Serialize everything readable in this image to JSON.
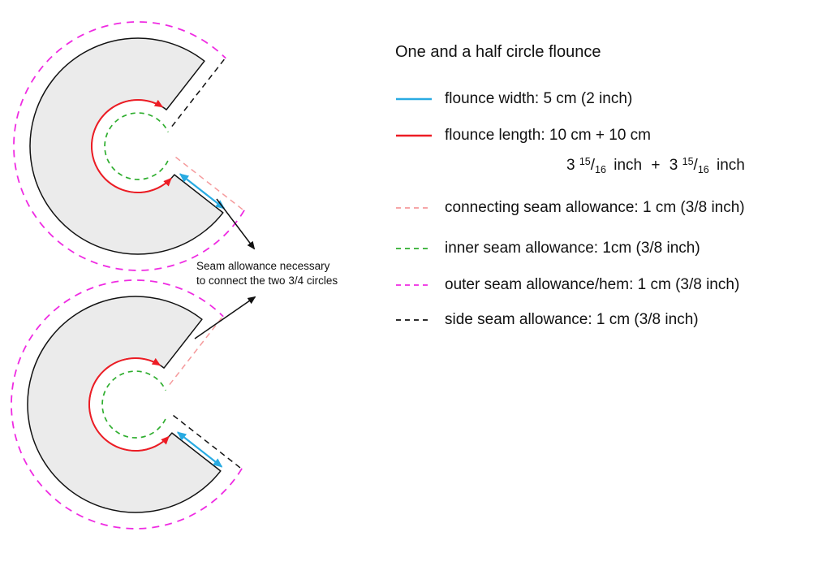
{
  "title": "One and a half circle flounce",
  "legend": {
    "items": [
      {
        "label": "flounce width: 5 cm (2 inch)",
        "swatch": "blue-solid-line",
        "color": "#29abe2"
      },
      {
        "label": "flounce length: 10 cm + 10 cm",
        "swatch": "red-solid-line",
        "color": "#ed1c24"
      },
      {
        "label": "connecting seam allowance: 1 cm (3/8 inch)",
        "swatch": "salmon-dashed-line",
        "color": "#f59a9c"
      },
      {
        "label": "inner seam allowance: 1cm (3/8 inch)",
        "swatch": "green-dashed-line",
        "color": "#2fae2f"
      },
      {
        "label": "outer seam allowance/hem: 1 cm (3/8 inch)",
        "swatch": "magenta-dashed-line",
        "color": "#ef2be2"
      },
      {
        "label": "side seam allowance: 1 cm (3/8 inch)",
        "swatch": "black-dashed-line",
        "color": "#111111"
      }
    ],
    "flounce_length_inches": {
      "whole1": "3",
      "num1": "15",
      "slash1": "/",
      "den1": "16",
      "unit1": "inch",
      "plus": "+",
      "whole2": "3",
      "num2": "15",
      "slash2": "/",
      "den2": "16",
      "unit2": "inch"
    }
  },
  "annotation": {
    "line1": "Seam allowance necessary",
    "line2": "to connect the two 3/4 circles"
  },
  "diagram": {
    "shapes": "two 3/4 circle flounce pieces",
    "colors": {
      "flounce_fill": "#ebebeb",
      "outline": "#111111",
      "flounce_width_arrow": "#29abe2",
      "flounce_length_arc": "#ed1c24",
      "connecting_seam_allowance": "#f59a9c",
      "inner_seam_allowance": "#2fae2f",
      "outer_seam_allowance_hem": "#ef2be2",
      "side_seam_allowance": "#111111"
    }
  }
}
